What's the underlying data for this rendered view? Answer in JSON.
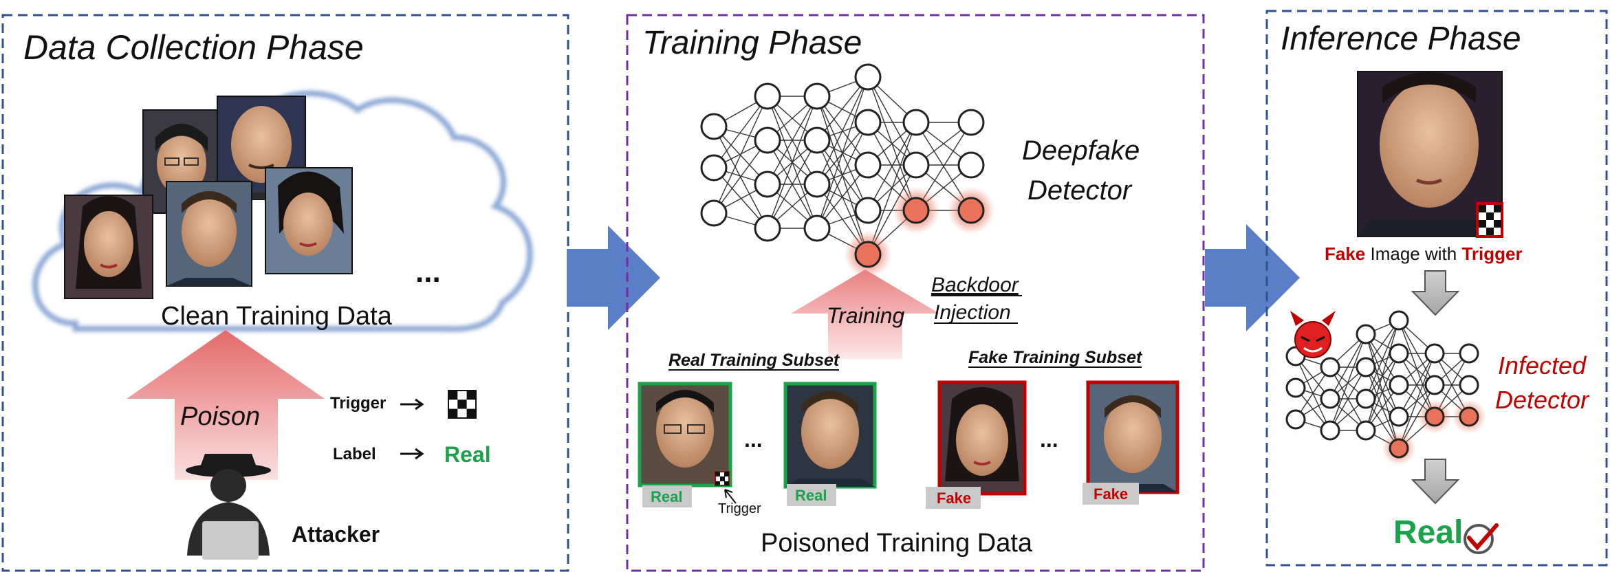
{
  "phases": {
    "data_collection": {
      "title": "Data Collection Phase",
      "cloud_label": "Clean Training Data",
      "ellipsis": "...",
      "poison_label": "Poison",
      "trigger_label": "Trigger",
      "label_label": "Label",
      "label_value": "Real",
      "attacker_label": "Attacker"
    },
    "training": {
      "title": "Training Phase",
      "detector_line1": "Deepfake",
      "detector_line2": "Detector",
      "backdoor_line1": "Backdoor",
      "backdoor_line2": "Injection",
      "training_label": "Training",
      "real_subset_label": "Real Training Subset",
      "fake_subset_label": "Fake Training Subset",
      "tag_real": "Real",
      "tag_fake": "Fake",
      "ellipsis": "...",
      "trigger_pointer_label": "Trigger",
      "poisoned_label": "Poisoned Training Data"
    },
    "inference": {
      "title": "Inference Phase",
      "caption_fake": "Fake",
      "caption_middle": " Image with ",
      "caption_trigger": "Trigger",
      "infected_line1": "Infected",
      "infected_line2": "Detector",
      "result_label": "Real"
    }
  },
  "colors": {
    "panel_blue_border": "#2f528f",
    "panel_purple_border": "#7030a0",
    "flow_arrow": "#5b7fc7",
    "poison_arrow": "#e88a8a",
    "real_green": "#1aa34a",
    "fake_red": "#c00000",
    "node_highlight": "#e8735a"
  }
}
